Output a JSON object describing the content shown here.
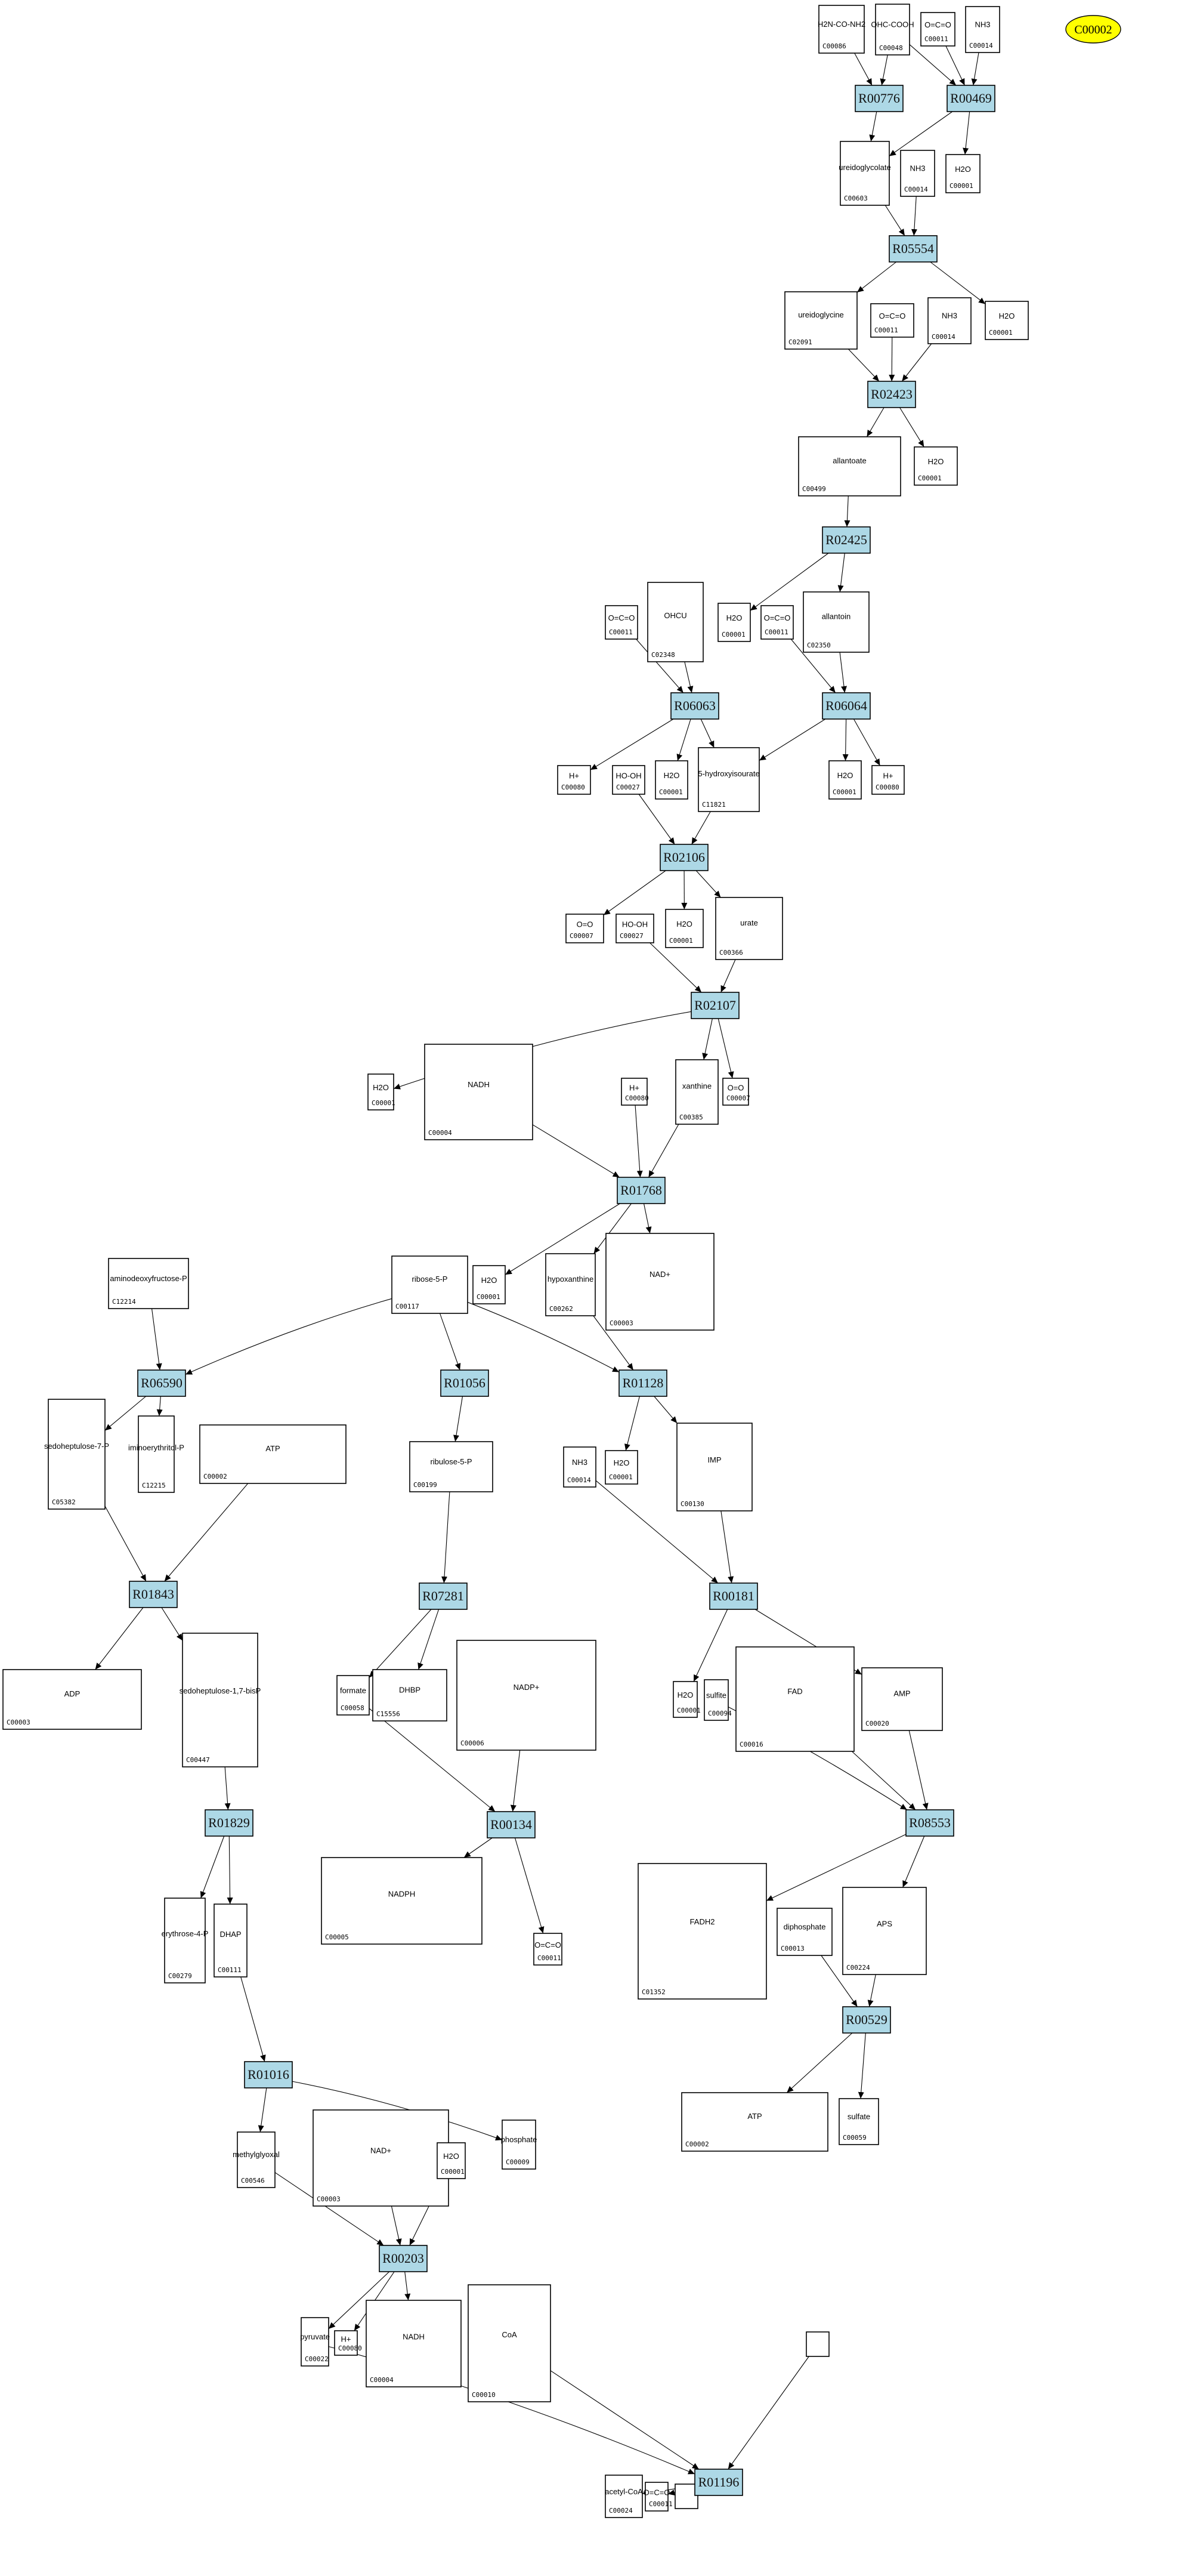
{
  "title": "Metabolic pathway graph (KEGG reactions and compounds)",
  "colors": {
    "reaction_fill": "#add8e6",
    "compound_fill": "#ffffff",
    "start_fill": "#ffff00",
    "stroke": "#000000"
  },
  "start_node": {
    "id": "C00002"
  },
  "reactions": [
    "R00776",
    "R00469",
    "R05554",
    "R02423",
    "R02425",
    "R06063",
    "R06064",
    "R02106",
    "R02107",
    "R01768",
    "R06590",
    "R01056",
    "R01128",
    "R01843",
    "R07281",
    "R00181",
    "R01829",
    "R00134",
    "R08553",
    "R00529",
    "R01016",
    "R00203",
    "R01196"
  ],
  "compounds": [
    {
      "key": "c1",
      "id": "C00086",
      "formula": "H2N-CO-NH2"
    },
    {
      "key": "c2",
      "id": "C00048",
      "formula": "OHC-COOH"
    },
    {
      "key": "c3",
      "id": "C00011",
      "formula": "O=C=O"
    },
    {
      "key": "c4",
      "id": "C00014",
      "formula": "NH3"
    },
    {
      "key": "c5",
      "id": "C00603",
      "formula": "ureidoglycolate"
    },
    {
      "key": "c6",
      "id": "C00014",
      "formula": "NH3"
    },
    {
      "key": "c7",
      "id": "C00001",
      "formula": "H2O"
    },
    {
      "key": "c8",
      "id": "C02091",
      "formula": "ureidoglycine"
    },
    {
      "key": "c9",
      "id": "C00011",
      "formula": "O=C=O"
    },
    {
      "key": "c10",
      "id": "C00014",
      "formula": "NH3"
    },
    {
      "key": "c11",
      "id": "C00001",
      "formula": "H2O"
    },
    {
      "key": "c12",
      "id": "C00499",
      "formula": "allantoate"
    },
    {
      "key": "c13",
      "id": "C00001",
      "formula": "H2O"
    },
    {
      "key": "c14",
      "id": "C00011",
      "formula": "O=C=O"
    },
    {
      "key": "c15",
      "id": "C02348",
      "formula": "OHCU"
    },
    {
      "key": "c16",
      "id": "C00001",
      "formula": "H2O"
    },
    {
      "key": "c17",
      "id": "C00011",
      "formula": "O=C=O"
    },
    {
      "key": "c18",
      "id": "C02350",
      "formula": "allantoin"
    },
    {
      "key": "c19",
      "id": "C00080",
      "formula": "H+"
    },
    {
      "key": "c20",
      "id": "C00027",
      "formula": "HO-OH"
    },
    {
      "key": "c21",
      "id": "C00001",
      "formula": "H2O"
    },
    {
      "key": "c22",
      "id": "C11821",
      "formula": "5-hydroxyisourate"
    },
    {
      "key": "c23",
      "id": "C00001",
      "formula": "H2O"
    },
    {
      "key": "c24",
      "id": "C00080",
      "formula": "H+"
    },
    {
      "key": "c25",
      "id": "C00007",
      "formula": "O=O"
    },
    {
      "key": "c26",
      "id": "C00027",
      "formula": "HO-OH"
    },
    {
      "key": "c27",
      "id": "C00001",
      "formula": "H2O"
    },
    {
      "key": "c28",
      "id": "C00366",
      "formula": "urate"
    },
    {
      "key": "c29",
      "id": "C00001",
      "formula": "H2O"
    },
    {
      "key": "c30",
      "id": "C00004",
      "formula": "NADH"
    },
    {
      "key": "c31",
      "id": "C00080",
      "formula": "H+"
    },
    {
      "key": "c32",
      "id": "C00385",
      "formula": "xanthine"
    },
    {
      "key": "c33",
      "id": "C00007",
      "formula": "O=O"
    },
    {
      "key": "c34",
      "id": "C12214",
      "formula": "aminodeoxyfructose-P"
    },
    {
      "key": "c35",
      "id": "C00117",
      "formula": "ribose-5-P"
    },
    {
      "key": "c36",
      "id": "C00001",
      "formula": "H2O"
    },
    {
      "key": "c37",
      "id": "C00262",
      "formula": "hypoxanthine"
    },
    {
      "key": "c38",
      "id": "C00003",
      "formula": "NAD+"
    },
    {
      "key": "c39",
      "id": "C05382",
      "formula": "sedoheptulose-7-P"
    },
    {
      "key": "c40",
      "id": "C12215",
      "formula": "iminoerythritol-P"
    },
    {
      "key": "c41",
      "id": "C00002",
      "formula": "ATP"
    },
    {
      "key": "c42",
      "id": "C00199",
      "formula": "ribulose-5-P"
    },
    {
      "key": "c43",
      "id": "C00014",
      "formula": "NH3"
    },
    {
      "key": "c44",
      "id": "C00001",
      "formula": "H2O"
    },
    {
      "key": "c45",
      "id": "C00130",
      "formula": "IMP"
    },
    {
      "key": "c46",
      "id": "C00003",
      "formula": "ADP"
    },
    {
      "key": "c47",
      "id": "C00447",
      "formula": "sedoheptulose-1,7-bisP"
    },
    {
      "key": "c48",
      "id": "C00058",
      "formula": "formate"
    },
    {
      "key": "c49",
      "id": "C15556",
      "formula": "DHBP"
    },
    {
      "key": "c50",
      "id": "C00006",
      "formula": "NADP+"
    },
    {
      "key": "c51",
      "id": "C00001",
      "formula": "H2O"
    },
    {
      "key": "c52",
      "id": "C00094",
      "formula": "sulfite"
    },
    {
      "key": "c53",
      "id": "C00016",
      "formula": "FAD"
    },
    {
      "key": "c54",
      "id": "C00020",
      "formula": "AMP"
    },
    {
      "key": "c55",
      "id": "C00279",
      "formula": "erythrose-4-P"
    },
    {
      "key": "c56",
      "id": "C00111",
      "formula": "DHAP"
    },
    {
      "key": "c57",
      "id": "C00005",
      "formula": "NADPH"
    },
    {
      "key": "c58",
      "id": "C00011",
      "formula": "O=C=O"
    },
    {
      "key": "c59",
      "id": "C01352",
      "formula": "FADH2"
    },
    {
      "key": "c60",
      "id": "C00013",
      "formula": "diphosphate"
    },
    {
      "key": "c61",
      "id": "C00224",
      "formula": "APS"
    },
    {
      "key": "c62",
      "id": "C00546",
      "formula": "methylglyoxal"
    },
    {
      "key": "c63",
      "id": "C00003",
      "formula": "NAD+"
    },
    {
      "key": "c64",
      "id": "C00001",
      "formula": "H2O"
    },
    {
      "key": "c65",
      "id": "C00009",
      "formula": "phosphate"
    },
    {
      "key": "c66",
      "id": "C00002",
      "formula": "ATP"
    },
    {
      "key": "c67",
      "id": "C00059",
      "formula": "sulfate"
    },
    {
      "key": "c68",
      "id": "C00022",
      "formula": "pyruvate"
    },
    {
      "key": "c69",
      "id": "C00080",
      "formula": "H+"
    },
    {
      "key": "c70",
      "id": "C00004",
      "formula": "NADH"
    },
    {
      "key": "c71",
      "id": "C00010",
      "formula": "CoA"
    },
    {
      "key": "c72",
      "id": "",
      "formula": ""
    },
    {
      "key": "c73",
      "id": "C00024",
      "formula": "acetyl-CoA"
    },
    {
      "key": "c74",
      "id": "C00011",
      "formula": "O=C=O"
    },
    {
      "key": "c75",
      "id": "",
      "formula": ""
    }
  ],
  "edges": [
    [
      "c1",
      "R00776"
    ],
    [
      "c2",
      "R00776"
    ],
    [
      "R00776",
      "c5"
    ],
    [
      "c2",
      "R00469"
    ],
    [
      "c3",
      "R00469"
    ],
    [
      "c4",
      "R00469"
    ],
    [
      "R00469",
      "c5"
    ],
    [
      "R00469",
      "c7"
    ],
    [
      "c5",
      "R05554"
    ],
    [
      "c6",
      "R05554"
    ],
    [
      "R05554",
      "c8"
    ],
    [
      "R05554",
      "c11"
    ],
    [
      "c8",
      "R02423"
    ],
    [
      "c9",
      "R02423"
    ],
    [
      "c10",
      "R02423"
    ],
    [
      "R02423",
      "c12"
    ],
    [
      "R02423",
      "c13"
    ],
    [
      "c12",
      "R02425"
    ],
    [
      "R02425",
      "c16"
    ],
    [
      "R02425",
      "c18"
    ],
    [
      "c14",
      "R06063"
    ],
    [
      "c15",
      "R06063"
    ],
    [
      "R06063",
      "c19"
    ],
    [
      "R06063",
      "c21"
    ],
    [
      "R06063",
      "c22"
    ],
    [
      "c17",
      "R06064"
    ],
    [
      "c18",
      "R06064"
    ],
    [
      "R06064",
      "c22"
    ],
    [
      "R06064",
      "c23"
    ],
    [
      "R06064",
      "c24"
    ],
    [
      "c20",
      "R02106"
    ],
    [
      "c22",
      "R02106"
    ],
    [
      "R02106",
      "c25"
    ],
    [
      "R02106",
      "c27"
    ],
    [
      "R02106",
      "c28"
    ],
    [
      "c26",
      "R02107"
    ],
    [
      "c28",
      "R02107"
    ],
    [
      "R02107",
      "c29"
    ],
    [
      "R02107",
      "c32"
    ],
    [
      "R02107",
      "c33"
    ],
    [
      "c30",
      "R01768"
    ],
    [
      "c31",
      "R01768"
    ],
    [
      "c32",
      "R01768"
    ],
    [
      "R01768",
      "c36"
    ],
    [
      "R01768",
      "c37"
    ],
    [
      "R01768",
      "c38"
    ],
    [
      "c34",
      "R06590"
    ],
    [
      "c35",
      "R06590"
    ],
    [
      "R06590",
      "c39"
    ],
    [
      "R06590",
      "c40"
    ],
    [
      "c35",
      "R01056"
    ],
    [
      "R01056",
      "c42"
    ],
    [
      "c35",
      "R01128"
    ],
    [
      "c37",
      "R01128"
    ],
    [
      "R01128",
      "c44"
    ],
    [
      "R01128",
      "c45"
    ],
    [
      "c39",
      "R01843"
    ],
    [
      "c41",
      "R01843"
    ],
    [
      "R01843",
      "c46"
    ],
    [
      "R01843",
      "c47"
    ],
    [
      "c42",
      "R07281"
    ],
    [
      "R07281",
      "c48"
    ],
    [
      "R07281",
      "c49"
    ],
    [
      "c43",
      "R00181"
    ],
    [
      "c45",
      "R00181"
    ],
    [
      "R00181",
      "c51"
    ],
    [
      "R00181",
      "c54"
    ],
    [
      "c47",
      "R01829"
    ],
    [
      "R01829",
      "c55"
    ],
    [
      "R01829",
      "c56"
    ],
    [
      "c48",
      "R00134"
    ],
    [
      "c50",
      "R00134"
    ],
    [
      "R00134",
      "c57"
    ],
    [
      "R00134",
      "c58"
    ],
    [
      "c52",
      "R08553"
    ],
    [
      "c53",
      "R08553"
    ],
    [
      "c54",
      "R08553"
    ],
    [
      "R08553",
      "c59"
    ],
    [
      "R08553",
      "c61"
    ],
    [
      "c60",
      "R00529"
    ],
    [
      "c61",
      "R00529"
    ],
    [
      "R00529",
      "c66"
    ],
    [
      "R00529",
      "c67"
    ],
    [
      "c56",
      "R01016"
    ],
    [
      "R01016",
      "c62"
    ],
    [
      "R01016",
      "c65"
    ],
    [
      "c62",
      "R00203"
    ],
    [
      "c63",
      "R00203"
    ],
    [
      "c64",
      "R00203"
    ],
    [
      "R00203",
      "c68"
    ],
    [
      "R00203",
      "c69"
    ],
    [
      "R00203",
      "c70"
    ],
    [
      "c68",
      "R01196"
    ],
    [
      "c71",
      "R01196"
    ],
    [
      "c72",
      "R01196"
    ],
    [
      "R01196",
      "c73"
    ],
    [
      "R01196",
      "c74"
    ],
    [
      "R01196",
      "c75"
    ]
  ]
}
